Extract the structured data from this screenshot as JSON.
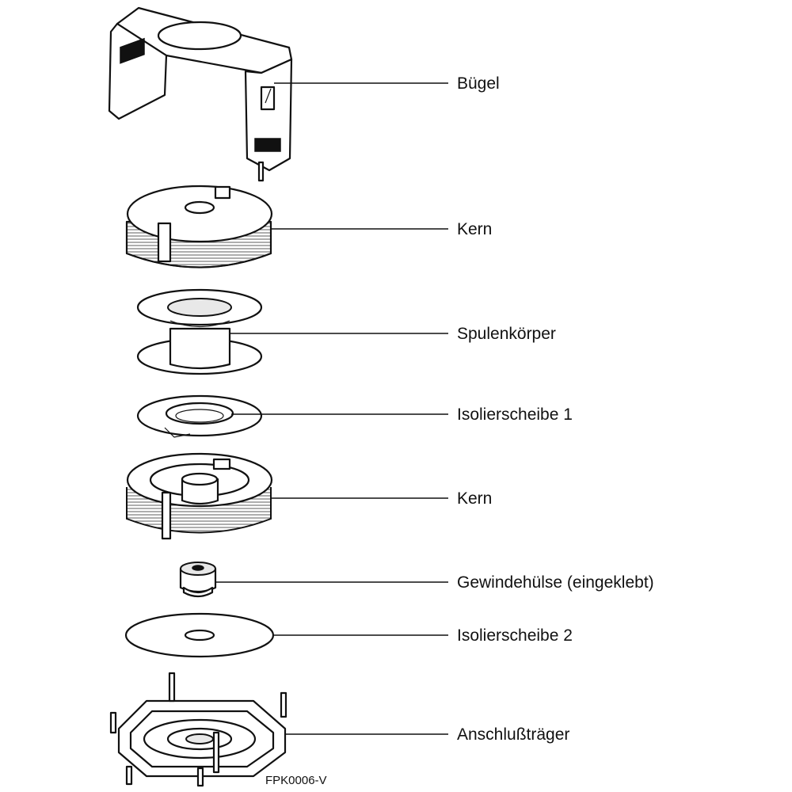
{
  "labels": {
    "buegel": "Bügel",
    "kern_top": "Kern",
    "spulenkoerper": "Spulenkörper",
    "isolierscheibe_1": "Isolierscheibe 1",
    "kern_bottom": "Kern",
    "gewindehuelse": "Gewindehülse (eingeklebt)",
    "isolierscheibe_2": "Isolierscheibe 2",
    "anschlusstraeger": "Anschlußträger"
  },
  "figure_code": "FPK0006-V",
  "colors": {
    "ink": "#111111",
    "paper": "#ffffff"
  }
}
